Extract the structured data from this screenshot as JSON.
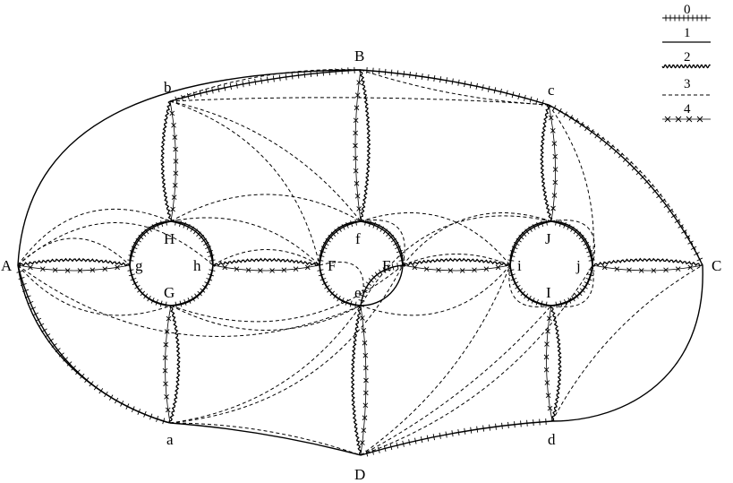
{
  "vertices": {
    "A": "A",
    "B": "B",
    "C": "C",
    "D": "D",
    "a": "a",
    "b": "b",
    "c": "c",
    "d": "d",
    "e": "e",
    "f": "f",
    "g": "g",
    "h": "h",
    "i": "i",
    "j": "j",
    "E": "E",
    "F": "F",
    "G": "G",
    "H": "H",
    "I": "I",
    "J": "J"
  },
  "legend": [
    {
      "label": "0",
      "style": "ticked"
    },
    {
      "label": "1",
      "style": "solid"
    },
    {
      "label": "2",
      "style": "wavy"
    },
    {
      "label": "3",
      "style": "dashed"
    },
    {
      "label": "4",
      "style": "crossed"
    }
  ]
}
